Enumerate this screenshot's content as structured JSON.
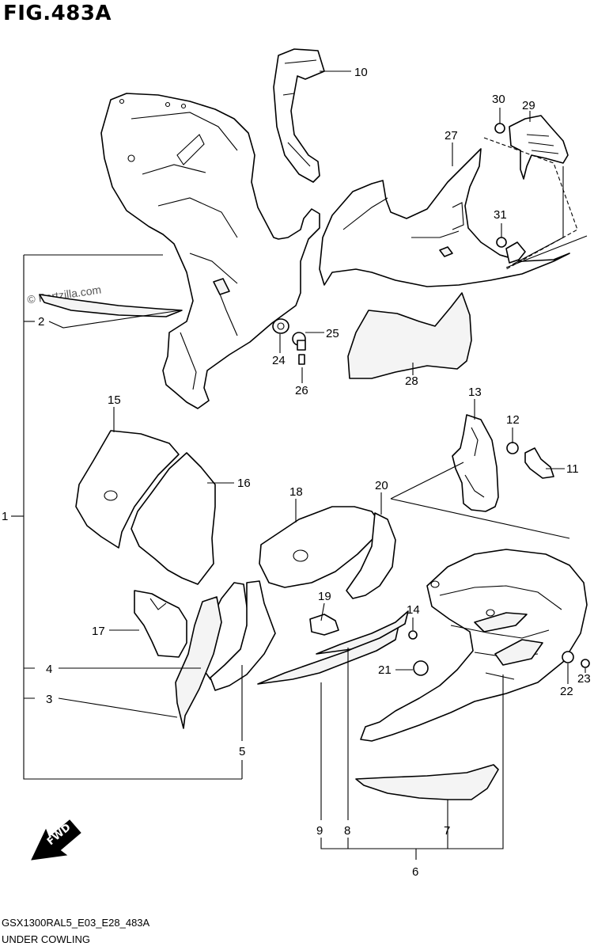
{
  "figure": {
    "title": "FIG.483A",
    "watermark": "© Partzilla.com",
    "model_code": "GSX1300RAL5_E03_E28_483A",
    "section_name": "UNDER COWLING"
  },
  "fwd_indicator": {
    "label": "FWD",
    "icon": "fwd-arrow-icon"
  },
  "callouts": [
    {
      "id": "1",
      "label": "1"
    },
    {
      "id": "2",
      "label": "2"
    },
    {
      "id": "3",
      "label": "3"
    },
    {
      "id": "4",
      "label": "4"
    },
    {
      "id": "5",
      "label": "5"
    },
    {
      "id": "6",
      "label": "6"
    },
    {
      "id": "7",
      "label": "7"
    },
    {
      "id": "8",
      "label": "8"
    },
    {
      "id": "9",
      "label": "9"
    },
    {
      "id": "10",
      "label": "10"
    },
    {
      "id": "11",
      "label": "11"
    },
    {
      "id": "12",
      "label": "12"
    },
    {
      "id": "13",
      "label": "13"
    },
    {
      "id": "14",
      "label": "14"
    },
    {
      "id": "15",
      "label": "15"
    },
    {
      "id": "16",
      "label": "16"
    },
    {
      "id": "17",
      "label": "17"
    },
    {
      "id": "18",
      "label": "18"
    },
    {
      "id": "19",
      "label": "19"
    },
    {
      "id": "20",
      "label": "20"
    },
    {
      "id": "21",
      "label": "21"
    },
    {
      "id": "22",
      "label": "22"
    },
    {
      "id": "23",
      "label": "23"
    },
    {
      "id": "24",
      "label": "24"
    },
    {
      "id": "25",
      "label": "25"
    },
    {
      "id": "26",
      "label": "26"
    },
    {
      "id": "27",
      "label": "27"
    },
    {
      "id": "28",
      "label": "28"
    },
    {
      "id": "29",
      "label": "29"
    },
    {
      "id": "30",
      "label": "30"
    },
    {
      "id": "31",
      "label": "31"
    }
  ]
}
